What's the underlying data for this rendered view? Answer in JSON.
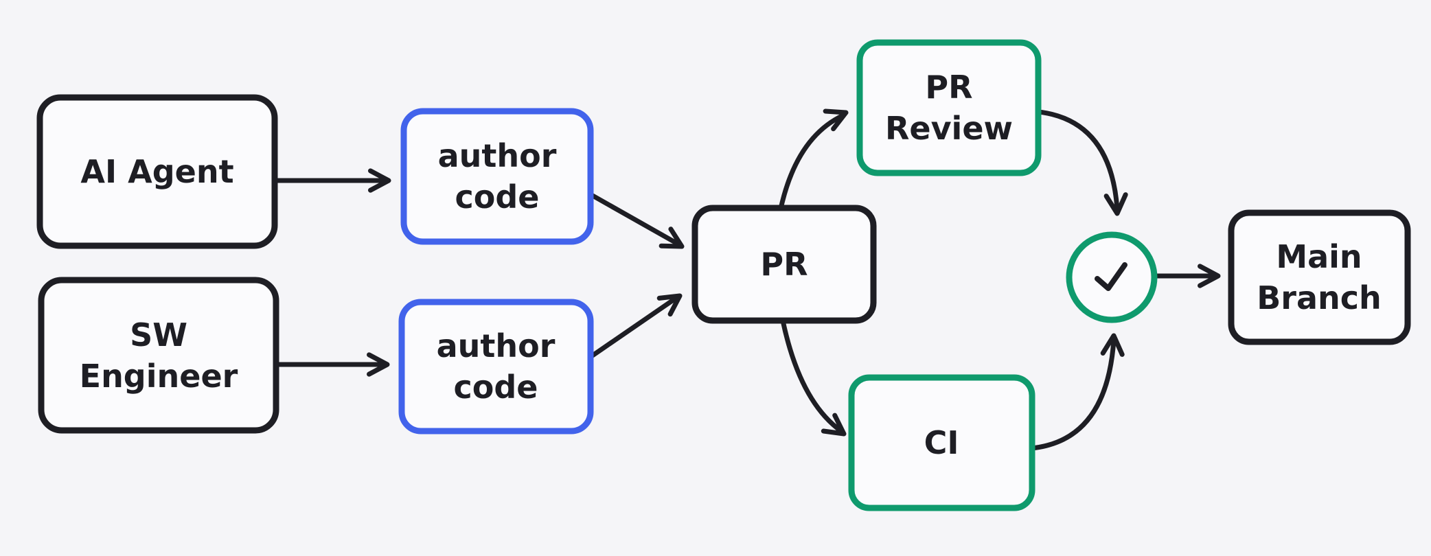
{
  "canvas": {
    "background": "#f5f5f8",
    "shape_fill": "#fbfbfd"
  },
  "colors": {
    "ink": "#1e1e24",
    "blue": "#4263eb",
    "green": "#0f9a6d"
  },
  "nodes": {
    "ai_agent": {
      "label": "AI Agent",
      "stroke": "#1e1e24"
    },
    "sw_engineer": {
      "line1": "SW",
      "line2": "Engineer",
      "stroke": "#1e1e24"
    },
    "author_code_top": {
      "line1": "author",
      "line2": "code",
      "stroke": "#4263eb"
    },
    "author_code_bottom": {
      "line1": "author",
      "line2": "code",
      "stroke": "#4263eb"
    },
    "pr": {
      "label": "PR",
      "stroke": "#1e1e24"
    },
    "pr_review": {
      "line1": "PR",
      "line2": "Review",
      "stroke": "#0f9a6d"
    },
    "ci": {
      "label": "CI",
      "stroke": "#0f9a6d"
    },
    "check": {
      "icon": "checkmark",
      "stroke": "#0f9a6d"
    },
    "main_branch": {
      "line1": "Main",
      "line2": "Branch",
      "stroke": "#1e1e24"
    }
  },
  "edges": [
    {
      "from": "ai_agent",
      "to": "author_code_top"
    },
    {
      "from": "sw_engineer",
      "to": "author_code_bottom"
    },
    {
      "from": "author_code_top",
      "to": "pr"
    },
    {
      "from": "author_code_bottom",
      "to": "pr"
    },
    {
      "from": "pr",
      "to": "pr_review"
    },
    {
      "from": "pr",
      "to": "ci"
    },
    {
      "from": "pr_review",
      "to": "check"
    },
    {
      "from": "ci",
      "to": "check"
    },
    {
      "from": "check",
      "to": "main_branch"
    }
  ]
}
